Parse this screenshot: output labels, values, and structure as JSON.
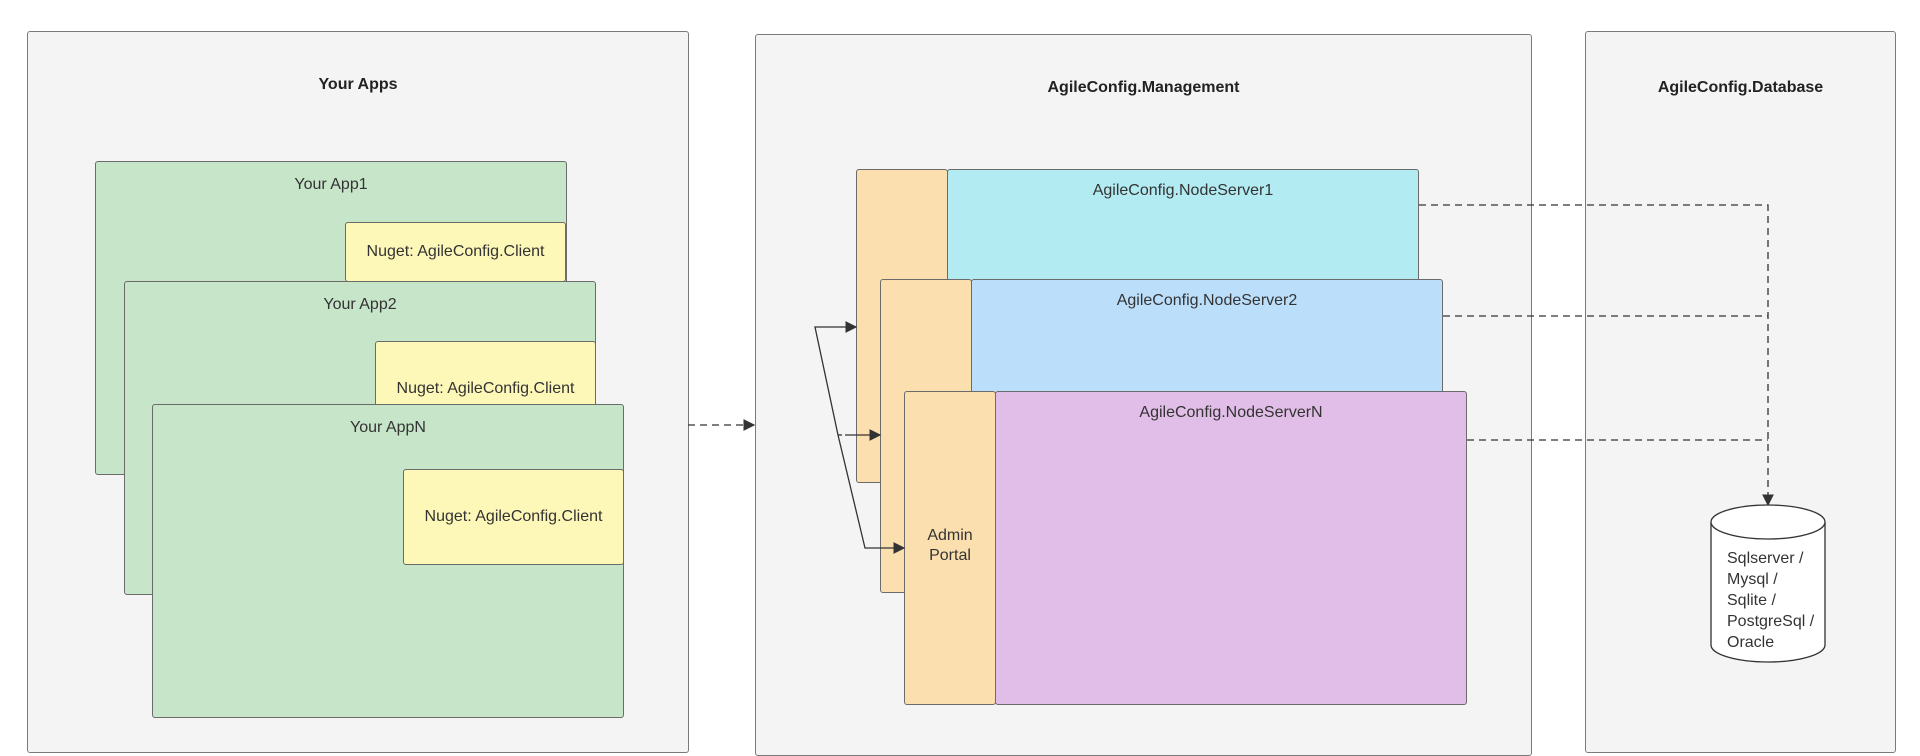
{
  "panels": {
    "apps": {
      "title": "Your Apps"
    },
    "management": {
      "title": "AgileConfig.Management"
    },
    "database": {
      "title": "AgileConfig.Database"
    }
  },
  "apps": [
    {
      "title": "Your App1",
      "client_label": "Nuget: AgileConfig.Client"
    },
    {
      "title": "Your App2",
      "client_label": "Nuget: AgileConfig.Client"
    },
    {
      "title": "Your AppN",
      "client_label": "Nuget: AgileConfig.Client"
    }
  ],
  "management": {
    "portal_label": "Admin\nPortal",
    "node_servers": [
      {
        "title": "AgileConfig.NodeServer1"
      },
      {
        "title": "AgileConfig.NodeServer2"
      },
      {
        "title": "AgileConfig.NodeServerN"
      }
    ]
  },
  "database": {
    "label": "Sqlserver /\nMysql /\n Sqlite /\nPostgreSql /\nOracle"
  },
  "colors": {
    "app_fill": "#c7e5c9",
    "client_fill": "#fdf7b8",
    "portal_fill": "#fbdfae",
    "node1_fill": "#b2ebf2",
    "node2_fill": "#bbdefb",
    "nodeN_fill": "#e1bee7",
    "panel_fill": "#f4f4f4"
  }
}
